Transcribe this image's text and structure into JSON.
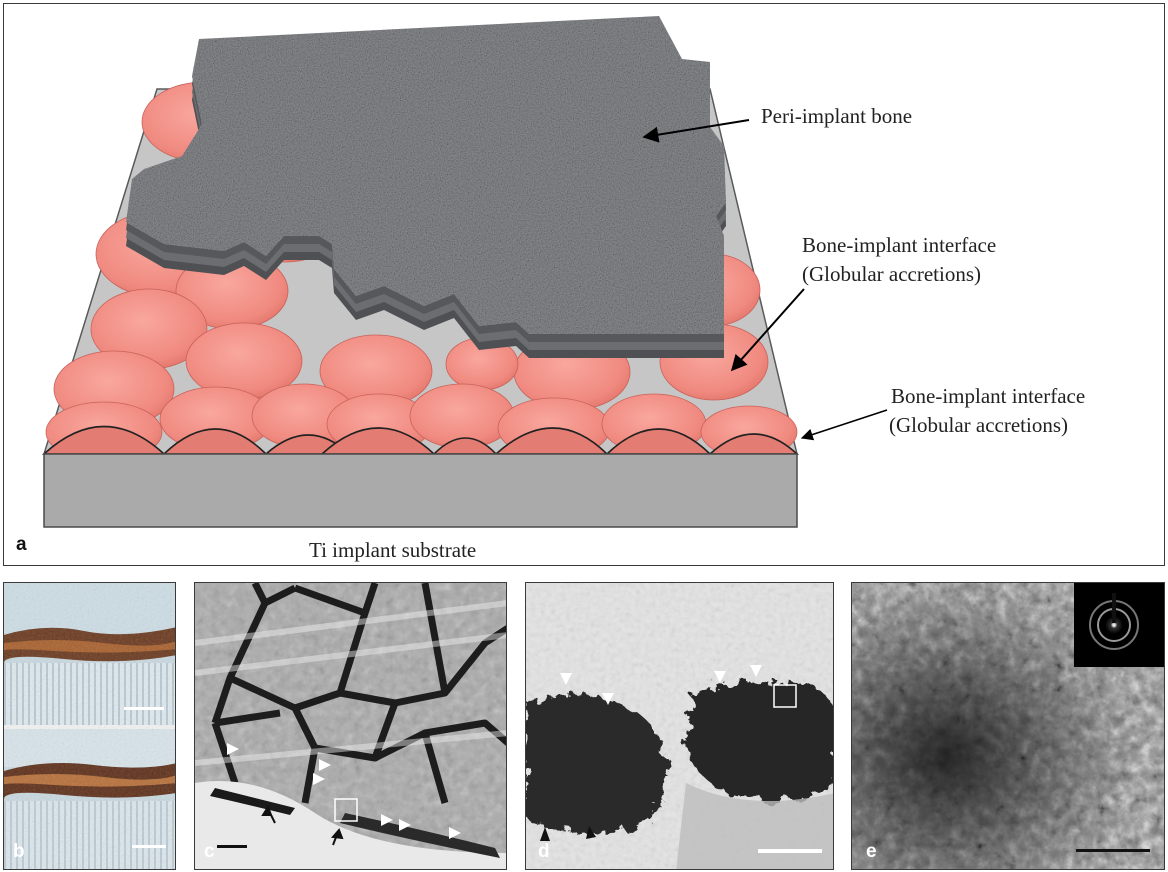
{
  "figure": {
    "panel_a": {
      "letter": "a",
      "labels": {
        "peri_implant_bone": "Peri-implant bone",
        "interface_upper_line1": "Bone-implant interface",
        "interface_upper_line2": "(Globular accretions)",
        "interface_lower_line1": "Bone-implant interface",
        "interface_lower_line2": "(Globular accretions)",
        "substrate": "Ti implant substrate"
      },
      "colors": {
        "globule": "#f08a80",
        "globule_edge": "#d86a62",
        "substrate_top": "#c4c4c4",
        "substrate_side": "#a9a9a9",
        "bone": "#7d7f82"
      }
    },
    "micrographs": [
      {
        "letter": "b",
        "type": "light micrograph"
      },
      {
        "letter": "c",
        "type": "transmission electron micrograph"
      },
      {
        "letter": "d",
        "type": "transmission electron micrograph"
      },
      {
        "letter": "e",
        "type": "transmission electron micrograph with diffraction inset"
      }
    ]
  }
}
